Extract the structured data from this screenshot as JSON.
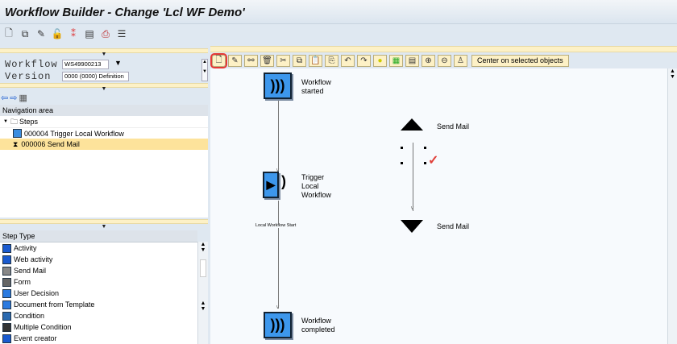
{
  "window": {
    "title": "Workflow Builder - Change 'Lcl WF Demo'"
  },
  "main_toolbar": [
    "new-icon",
    "copy-icon",
    "edit-icon",
    "lock-icon",
    "magic-wand-icon",
    "display-icon",
    "print-icon",
    "table-icon"
  ],
  "form": {
    "workflow_label": "Workflow",
    "workflow_value": "WS49900213",
    "version_label": "Version",
    "version_value": "0000 (0000) Definition"
  },
  "navigation": {
    "header": "Navigation area",
    "root": "Steps",
    "items": [
      {
        "label": "000004 Trigger Local Workflow",
        "selected": false
      },
      {
        "label": "000006 Send Mail",
        "selected": true
      }
    ]
  },
  "step_types": {
    "header": "Step Type",
    "items": [
      "Activity",
      "Web activity",
      "Send Mail",
      "Form",
      "User Decision",
      "Document from Template",
      "Condition",
      "Multiple Condition",
      "Event creator"
    ]
  },
  "graph_toolbar": {
    "center_button": "Center on selected objects"
  },
  "canvas": {
    "start_label": [
      "Workflow",
      "started"
    ],
    "trigger_label": [
      "Trigger",
      "Local",
      "Workflow"
    ],
    "trigger_outcome": "Local Workflow Start",
    "end_label": [
      "Workflow",
      "completed"
    ],
    "block_start": "Send Mail",
    "block_end": "Send Mail",
    "check_color": "#e0403a"
  }
}
